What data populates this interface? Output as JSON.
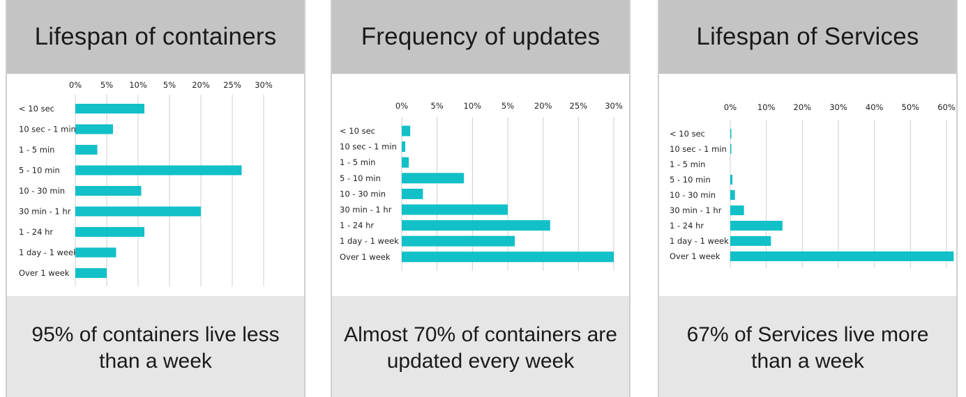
{
  "colors": {
    "bar": "#12c0c8",
    "grid": "#cfcfcf",
    "header_bg": "#c4c4c4",
    "footer_bg": "#e6e6e6"
  },
  "panels": [
    {
      "title": "Lifespan of containers",
      "caption": "95% of containers live less than a week"
    },
    {
      "title": "Frequency of updates",
      "caption": "Almost 70% of containers are updated every week"
    },
    {
      "title": "Lifespan of Services",
      "caption": "67% of Services live more than a week"
    }
  ],
  "chart_data": [
    {
      "type": "bar",
      "orientation": "horizontal",
      "categories": [
        "< 10 sec",
        "10 sec - 1 min",
        "1 - 5 min",
        "5 - 10 min",
        "10 - 30 min",
        "30 min - 1 hr",
        "1 - 24 hr",
        "1 day - 1 week",
        "Over 1 week"
      ],
      "values": [
        11,
        6,
        3.5,
        26.5,
        10.5,
        20,
        11,
        6.5,
        5
      ],
      "tick_labels": [
        "0%",
        "5%",
        "10%",
        "5%",
        "20%",
        "25%",
        "30%"
      ],
      "xlim": [
        0,
        30
      ],
      "grid": true
    },
    {
      "type": "bar",
      "orientation": "horizontal",
      "categories": [
        "< 10 sec",
        "10 sec - 1 min",
        "1 - 5 min",
        "5 - 10 min",
        "10 - 30 min",
        "30 min - 1 hr",
        "1 - 24 hr",
        "1 day - 1 week",
        "Over 1 week"
      ],
      "values": [
        1.2,
        0.5,
        1,
        8.8,
        3,
        15,
        21,
        16,
        30
      ],
      "tick_labels": [
        "0%",
        "5%",
        "10%",
        "5%",
        "20%",
        "25%",
        "30%"
      ],
      "xlim": [
        0,
        30
      ],
      "grid": true
    },
    {
      "type": "bar",
      "orientation": "horizontal",
      "categories": [
        "< 10 sec",
        "10 sec - 1 min",
        "1 - 5 min",
        "5 - 10 min",
        "10 - 30 min",
        "30 min - 1 hr",
        "1 - 24 hr",
        "1 day - 1 week",
        "Over 1 week"
      ],
      "values": [
        0.3,
        0.3,
        0,
        0.6,
        1.3,
        3.8,
        14.5,
        11.3,
        62
      ],
      "tick_labels": [
        "0%",
        "10%",
        "20%",
        "30%",
        "40%",
        "50%",
        "60%"
      ],
      "xlim": [
        0,
        60
      ],
      "grid": true
    }
  ]
}
